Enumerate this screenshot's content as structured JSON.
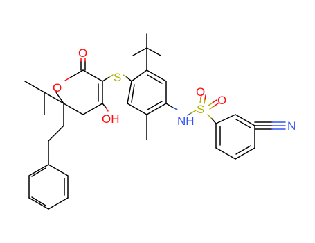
{
  "molecule": {
    "atoms": {
      "ring_oxygen": "O",
      "carbonyl_oxygen": "O",
      "hydroxyl": "OH",
      "sulfide": "S",
      "amine": "NH",
      "sulfonyl_s": "S",
      "sulfonyl_o1": "O",
      "sulfonyl_o2": "O",
      "nitrile_n": "N"
    },
    "colors": {
      "carbon": "#000000",
      "oxygen": "#ff0d0d",
      "sulfur": "#b2b200",
      "nitrogen": "#3050f8"
    }
  }
}
